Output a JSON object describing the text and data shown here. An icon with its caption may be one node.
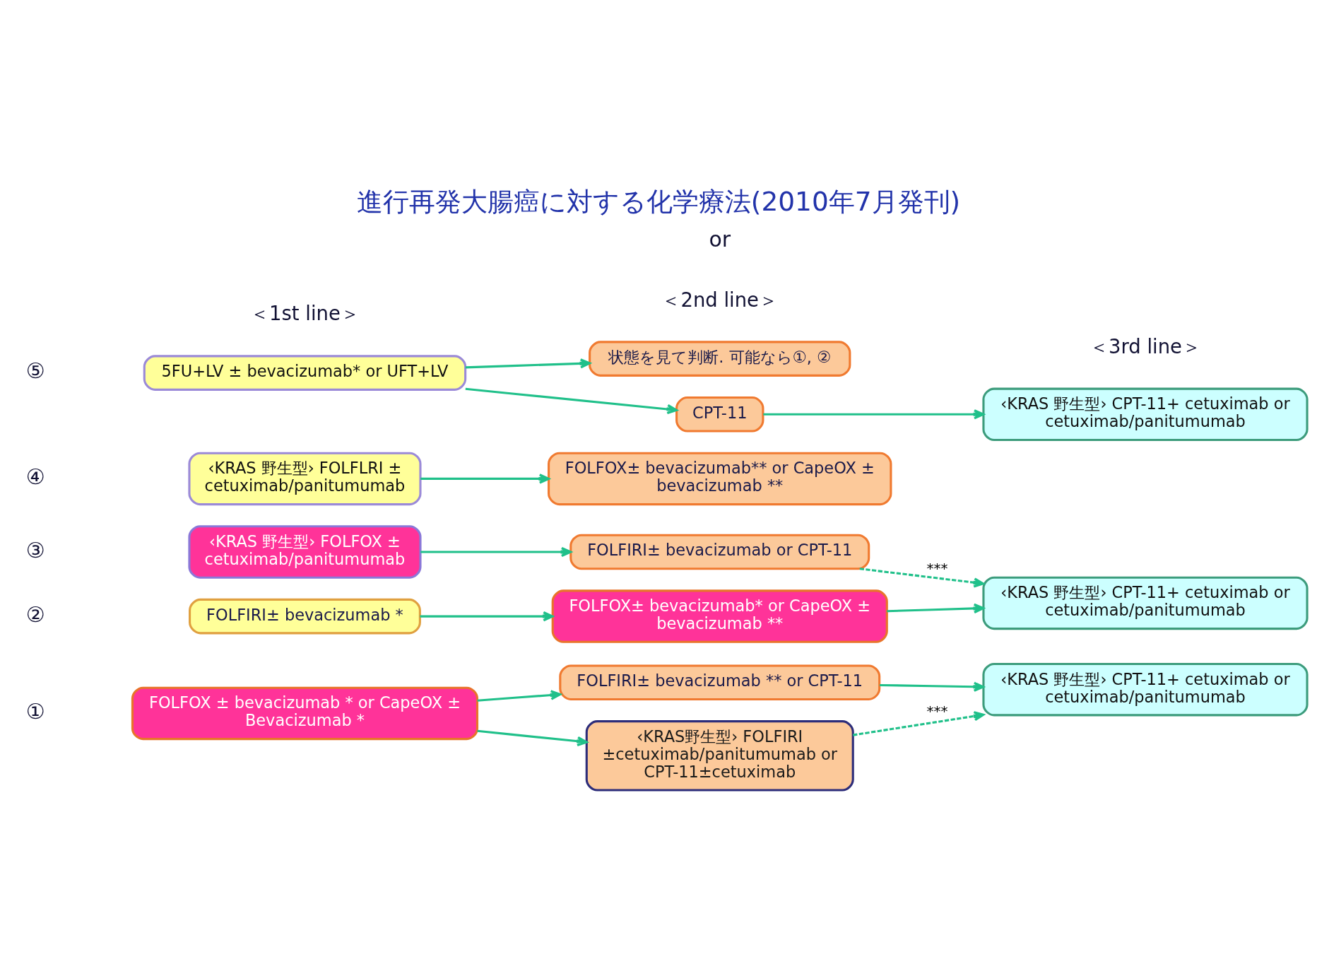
{
  "diagram": {
    "title": "進行再発大腸癌に対する化学療法(2010年7月発刊)",
    "nodes": [
      {
        "text": [
          "FOLFOX ± bevacizumab * or CapeOX ± Bevacizumab *"
        ]
      },
      {
        "text": [
          "FOLFIRI± bevacizumab ** or CPT-11"
        ]
      },
      {
        "text": [
          "‹KRAS野生型› FOLFIRI ±cetuximab/panitumumab or CPT-11±cetuximab"
        ]
      },
      {
        "text": [
          "‹KRAS 野生型› CPT-11+ cetuximab or cetuximab/panitumumab"
        ]
      },
      {
        "text": [
          "FOLFIRI± bevacizumab *"
        ]
      },
      {
        "text": [
          "FOLFOX± bevacizumab* or CapeOX ± bevacizumab **"
        ]
      },
      {
        "text": [
          "‹KRAS 野生型› CPT-11+ cetuximab or cetuximab/panitumumab"
        ]
      },
      {
        "text": [
          "‹KRAS 野生型› FOLFOX ± cetuximab/panitumumab"
        ]
      },
      {
        "text": [
          "FOLFIRI± bevacizumab or CPT-11"
        ]
      },
      {
        "text": [
          "‹KRAS 野生型› FOLFLRI ± cetuximab/panitumumab"
        ]
      },
      {
        "text": [
          "FOLFOX± bevacizumab** or CapeOX ± bevacizumab **"
        ]
      },
      {
        "text": [
          "5FU+LV ± bevacizumab* or UFT+LV"
        ]
      },
      {
        "text": [
          "状態を見て判断. 可能なら①, ②"
        ]
      },
      {
        "text": [
          "CPT-11"
        ]
      },
      {
        "text": [
          "‹KRAS 野生型› CPT-11+ cetuximab or cetuximab/panitumumab"
        ]
      }
    ],
    "edges": [
      {
        "from": 0,
        "to": 1,
        "arrow": "to"
      },
      {
        "from": 0,
        "to": 2,
        "arrow": "to"
      },
      {
        "from": 1,
        "to": 3,
        "arrow": "to"
      },
      {
        "from": 2,
        "to": 3,
        "arrow": "to",
        "style": "dashed",
        "label": "***"
      },
      {
        "from": 4,
        "to": 5,
        "arrow": "to"
      },
      {
        "from": 5,
        "to": 6,
        "arrow": "to"
      },
      {
        "from": 7,
        "to": 8,
        "arrow": "to"
      },
      {
        "from": 8,
        "to": 6,
        "arrow": "to",
        "style": "dashed",
        "label": "***"
      },
      {
        "from": 9,
        "to": 10,
        "arrow": "to"
      },
      {
        "from": 11,
        "to": 12,
        "arrow": "to"
      },
      {
        "from": 11,
        "to": 13,
        "arrow": "to"
      },
      {
        "from": 13,
        "to": 14,
        "arrow": "to"
      }
    ],
    "labels": [
      "＜1st line＞",
      "＜2nd line＞",
      "＜3rd line＞",
      "①",
      "②",
      "③",
      "④",
      "⑤",
      "or"
    ]
  }
}
